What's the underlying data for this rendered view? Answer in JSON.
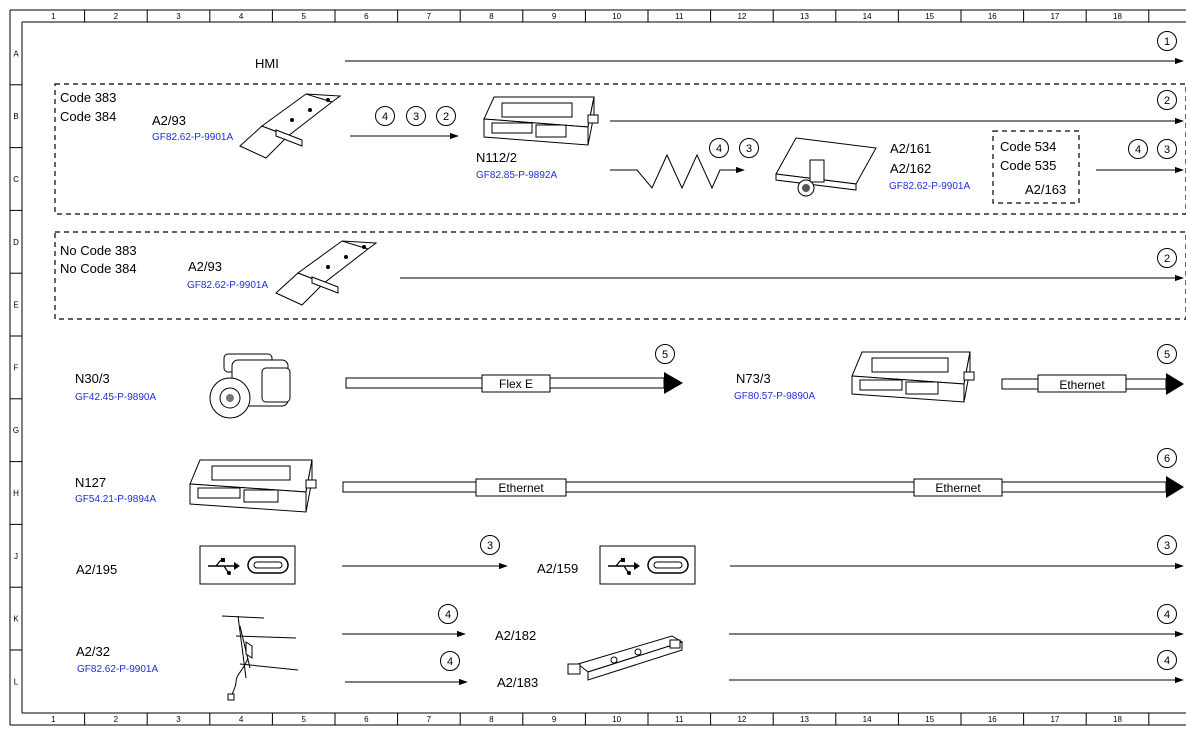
{
  "grid": {
    "columns": [
      "1",
      "2",
      "3",
      "4",
      "5",
      "6",
      "7",
      "8",
      "9",
      "10",
      "11",
      "12",
      "13",
      "14",
      "15",
      "16",
      "17",
      "18"
    ],
    "rows": [
      "A",
      "B",
      "C",
      "D",
      "E",
      "F",
      "G",
      "H",
      "J",
      "K",
      "L"
    ]
  },
  "groups": {
    "code_group": {
      "line1": "Code 383",
      "line2": "Code 384"
    },
    "no_code_group": {
      "line1": "No Code 383",
      "line2": "No Code 384"
    },
    "inner_code_group": {
      "line1": "Code 534",
      "line2": "Code 535",
      "component": "A2/163"
    }
  },
  "rows": {
    "hmi": {
      "label": "HMI",
      "end_marker": "1"
    },
    "r_a2_93_top": {
      "component": "A2/93",
      "ref": "GF82.62-P-9901A",
      "markers": [
        "4",
        "3",
        "2"
      ]
    },
    "r_n112": {
      "component": "N112/2",
      "ref": "GF82.85-P-9892A",
      "end_marker": "2",
      "cable_markers": [
        "4",
        "3"
      ]
    },
    "r_a2_161": {
      "component1": "A2/161",
      "component2": "A2/162",
      "ref": "GF82.62-P-9901A",
      "end_markers": [
        "4",
        "3"
      ]
    },
    "r_a2_93_bottom": {
      "component": "A2/93",
      "ref": "GF82.62-P-9901A",
      "end_marker": "2"
    },
    "r_n30": {
      "component": "N30/3",
      "ref": "GF42.45-P-9890A",
      "bus_label": "Flex E",
      "marker": "5"
    },
    "r_n73": {
      "component": "N73/3",
      "ref": "GF80.57-P-9890A",
      "bus_label": "Ethernet",
      "end_marker": "5"
    },
    "r_n127": {
      "component": "N127",
      "ref": "GF54.21-P-9894A",
      "bus_label_1": "Ethernet",
      "bus_label_2": "Ethernet",
      "end_marker": "6"
    },
    "r_a2_195": {
      "component": "A2/195",
      "marker": "3"
    },
    "r_a2_159": {
      "component": "A2/159",
      "end_marker": "3"
    },
    "r_a2_32": {
      "component": "A2/32",
      "ref": "GF82.62-P-9901A"
    },
    "r_a2_182": {
      "component": "A2/182",
      "marker": "4",
      "end_marker": "4"
    },
    "r_a2_183": {
      "component": "A2/183",
      "marker": "4",
      "end_marker": "4"
    }
  },
  "colors": {
    "ref_link": "#1f2fd6",
    "line": "#000000"
  }
}
